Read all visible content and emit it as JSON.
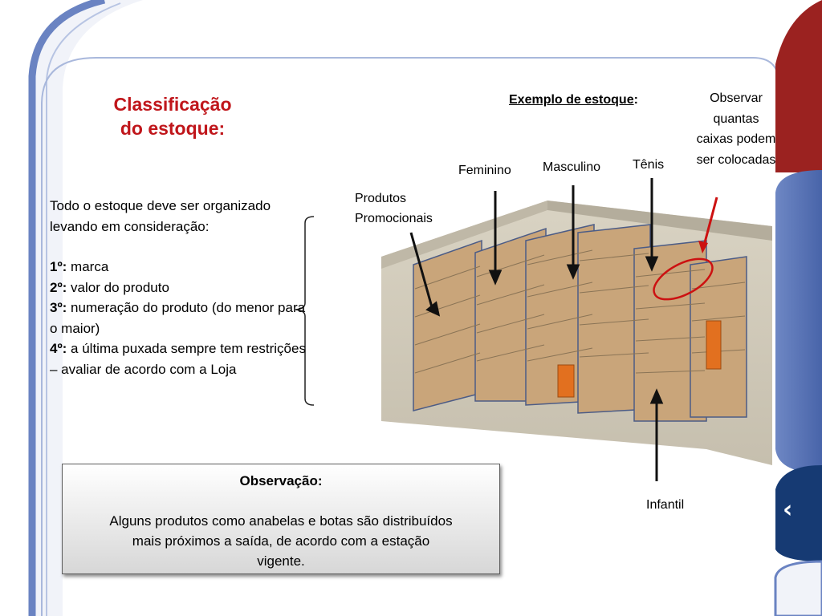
{
  "slide": {
    "title_line1": "Classificação",
    "title_line2": "do estoque:",
    "intro": "Todo o estoque deve ser organizado levando em consideração:",
    "criteria": [
      {
        "num": "1º:",
        "text": " marca"
      },
      {
        "num": "2º:",
        "text": " valor do produto"
      },
      {
        "num": "3º:",
        "text": " numeração do produto (do menor para o maior)"
      },
      {
        "num": "4º:",
        "text": " a última puxada sempre tem restrições – avaliar de acordo com a Loja"
      }
    ]
  },
  "example": {
    "heading": "Exemplo de estoque",
    "heading_suffix": ":",
    "labels": {
      "observar": "Observar quantas caixas podem ser colocadas",
      "feminino": "Feminino",
      "masculino": "Masculino",
      "tenis": "Tênis",
      "promocionais": "Produtos Promocionais",
      "infantil": "Infantil"
    }
  },
  "observation": {
    "title": "Observação:",
    "text": "Alguns produtos como anabelas e botas são distribuídos mais próximos a saída, de acordo com a estação vigente."
  },
  "nav": {
    "prev_glyph": "‹"
  },
  "colors": {
    "title_red": "#c0161b",
    "theme_blue": "#4f6cae",
    "theme_dark_blue": "#163a73",
    "theme_red": "#9b2220",
    "ellipse_red": "#cc1111"
  }
}
